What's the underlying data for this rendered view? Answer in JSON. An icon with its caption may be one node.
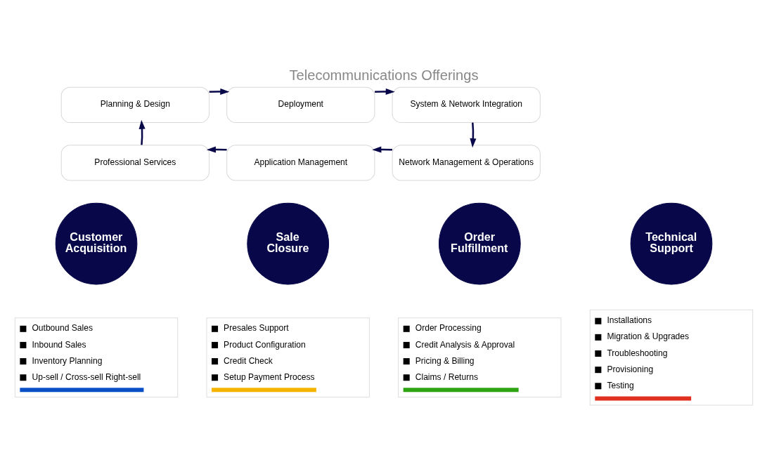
{
  "diagram": {
    "title": "Telecommunications Offerings",
    "nodes": [
      {
        "text": [
          "Planning & Design"
        ]
      },
      {
        "text": [
          "Deployment"
        ]
      },
      {
        "text": [
          "System & Network Integration"
        ]
      },
      {
        "text": [
          "Professional Services"
        ]
      },
      {
        "text": [
          "Application Management"
        ]
      },
      {
        "text": [
          "Network Management & Operations"
        ]
      },
      {
        "text": [
          "Customer Acquisition"
        ]
      },
      {
        "text": [
          "Outbound Sales",
          "Inbound Sales",
          "Inventory Planning",
          "Up-sell / Cross-sell Right-sell"
        ]
      },
      {
        "text": [
          "Sale Closure"
        ]
      },
      {
        "text": [
          "Presales Support",
          "Product Configuration",
          "Credit Check",
          "Setup Payment Process"
        ]
      },
      {
        "text": [
          "Order Fulfillment"
        ]
      },
      {
        "text": [
          "Order Processing",
          "Credit Analysis & Approval",
          "Pricing & Billing",
          "Claims / Returns"
        ]
      },
      {
        "text": [
          "Technical Support"
        ]
      },
      {
        "text": [
          "Installations",
          "Migration & Upgrades",
          "Troubleshooting",
          "Provisioning",
          "Testing"
        ]
      }
    ],
    "edges": [
      {
        "from": 0,
        "to": 1,
        "arrow": "to"
      },
      {
        "from": 1,
        "to": 2,
        "arrow": "to"
      },
      {
        "from": 2,
        "to": 5,
        "arrow": "to"
      },
      {
        "from": 5,
        "to": 4,
        "arrow": "to"
      },
      {
        "from": 4,
        "to": 3,
        "arrow": "to"
      },
      {
        "from": 3,
        "to": 0,
        "arrow": "to"
      }
    ]
  }
}
